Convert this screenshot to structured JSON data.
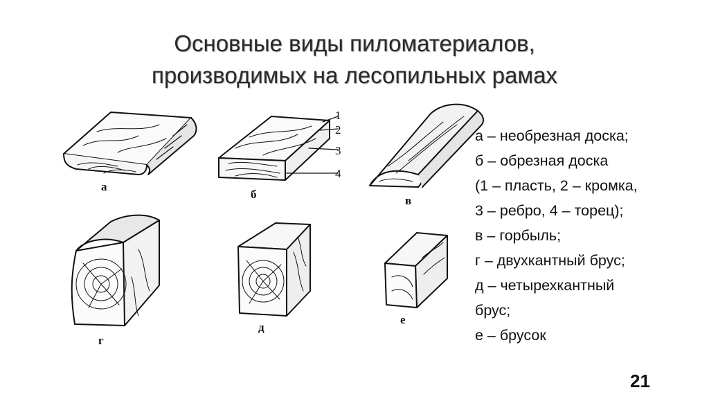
{
  "title": {
    "line1": "Основные виды пиломатериалов,",
    "line2": "производимых на лесопильных рамах"
  },
  "figure_labels": {
    "a": "а",
    "b": "б",
    "v": "в",
    "g": "г",
    "d": "д",
    "e": "е"
  },
  "callouts": [
    "1",
    "2",
    "3",
    "4"
  ],
  "legend": [
    "а – необрезная доска;",
    "б – обрезная доска",
    "(1 – пласть, 2 –  кромка,",
    "3 – ребро, 4 – торец);",
    "в – горбыль;",
    "г – двухкантный брус;",
    "д – четырехкантный",
    "брус;",
    "е – брусок"
  ],
  "page_number": "21"
}
